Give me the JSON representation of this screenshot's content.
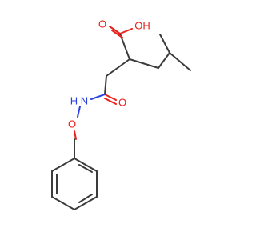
{
  "structure": {
    "atoms": {
      "hydroxyl": {
        "label": "OH",
        "element": "O"
      },
      "carbonyl_acid": {
        "label": "O",
        "element": "O"
      },
      "carbonyl_amide": {
        "label": "O",
        "element": "O"
      },
      "amide_n": {
        "label": "H N",
        "element": "N"
      },
      "ether_o": {
        "label": "O",
        "element": "O"
      }
    },
    "colors": {
      "carbon_bond": "#3b3b3b",
      "oxygen": "#e8211c",
      "nitrogen": "#2b3fe0",
      "background": "#ffffff"
    }
  }
}
